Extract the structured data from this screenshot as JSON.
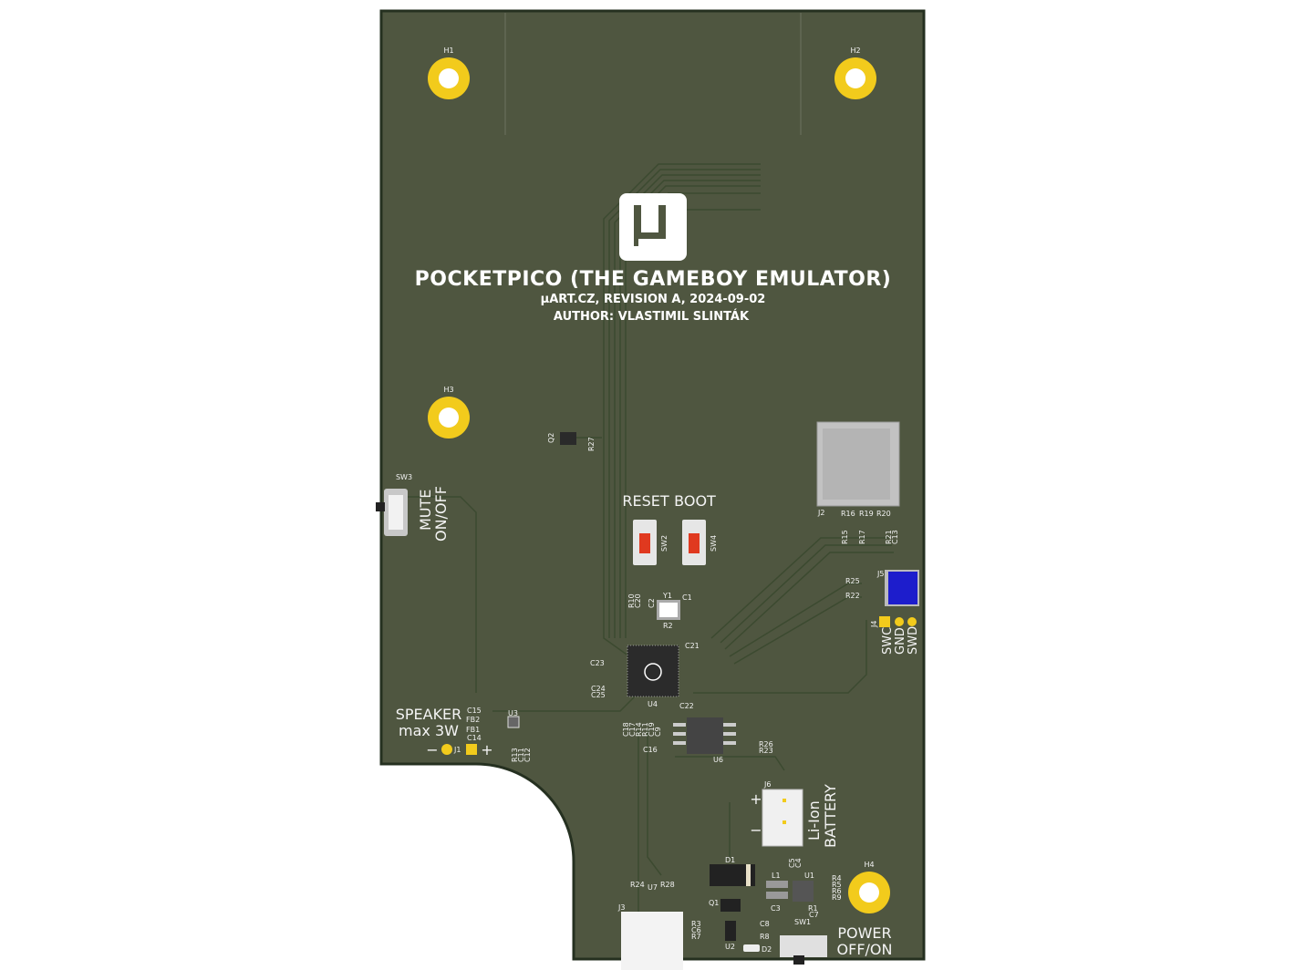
{
  "board": {
    "title": "POCKETPICO (THE GAMEBOY EMULATOR)",
    "subtitle": "µART.CZ, REVISION A, 2024-09-02",
    "author": "AUTHOR: VLASTIMIL SLINTÁK",
    "logo_text": "µ"
  },
  "silkscreen": {
    "h1": "H1",
    "h2": "H2",
    "h3": "H3",
    "h4": "H4",
    "sw3": "SW3",
    "mute": "MUTE",
    "onoff": "ON/OFF",
    "q2": "Q2",
    "r27": "R27",
    "reset": "RESET",
    "boot": "BOOT",
    "sw2": "SW2",
    "sw4": "SW4",
    "j2": "J2",
    "r16": "R16",
    "r19": "R19",
    "r20": "R20",
    "r15": "R15",
    "r17": "R17",
    "r21": "R21",
    "c13": "C13",
    "r25": "R25",
    "r22": "R22",
    "j5": "J5",
    "j4": "J4",
    "swc": "SWC",
    "gnd": "GND",
    "swd": "SWD",
    "y1": "Y1",
    "c1": "C1",
    "r2": "R2",
    "r10": "R10",
    "c20": "C20",
    "c2": "C2",
    "c21": "C21",
    "c23": "C23",
    "c24": "C24",
    "c25": "C25",
    "u4": "U4",
    "c22": "C22",
    "speaker": "SPEAKER",
    "max3w": "max 3W",
    "c15": "C15",
    "fb2": "FB2",
    "fb1": "FB1",
    "c14": "C14",
    "u3": "U3",
    "j1": "J1",
    "minus": "−",
    "plus": "+",
    "r13": "R13",
    "c11": "C11",
    "c12": "C12",
    "c18": "C18",
    "c17": "C17",
    "r14": "R14",
    "r11": "R11",
    "c19": "C19",
    "c9": "C9",
    "c16": "C16",
    "u6": "U6",
    "r26": "R26",
    "r23": "R23",
    "j6": "J6",
    "bat_plus": "+",
    "bat_minus": "−",
    "liion": "Li-Ion",
    "battery": "BATTERY",
    "d1": "D1",
    "l1": "L1",
    "u1": "U1",
    "c5": "C5",
    "c4": "C4",
    "r4": "R4",
    "r5": "R5",
    "r6": "R6",
    "r9": "R9",
    "r24": "R24",
    "u7": "U7",
    "r28": "R28",
    "j3": "J3",
    "q1": "Q1",
    "c3": "C3",
    "r1": "R1",
    "c7": "C7",
    "sw1": "SW1",
    "r3": "R3",
    "c6": "C6",
    "r7": "R7",
    "c8": "C8",
    "r8": "R8",
    "u2": "U2",
    "d2": "D2",
    "power": "POWER",
    "offon": "OFF/ON"
  },
  "colors": {
    "board": "#4f5640",
    "edge": "#2f3a29",
    "gold": "#f2cb1c",
    "button_red": "#e0391f",
    "connector_blue": "#1d1dcc"
  }
}
